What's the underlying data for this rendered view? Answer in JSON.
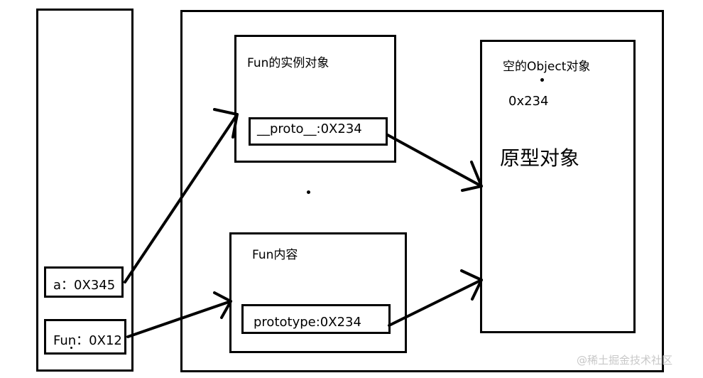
{
  "stack": {
    "a_label": "a：0X345",
    "fun_label": "Fun：0X12"
  },
  "instance": {
    "title": "Fun的实例对象",
    "proto_label": "__proto__:0X234"
  },
  "fun_content": {
    "title": "Fun内容",
    "prototype_label": "prototype:0X234"
  },
  "object": {
    "title": "空的Object对象",
    "address": "0x234",
    "big_label": "原型对象"
  },
  "watermark": "@稀土掘金技术社区"
}
